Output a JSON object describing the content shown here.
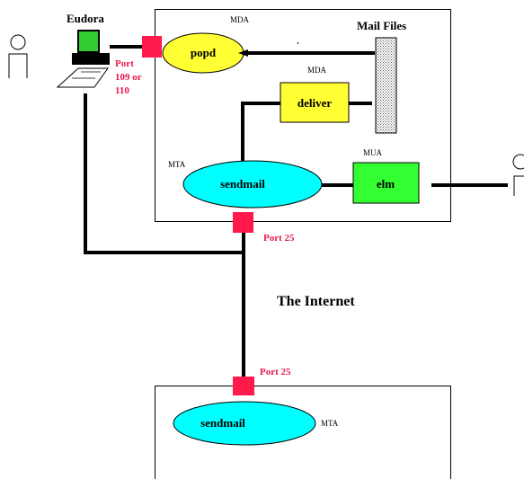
{
  "client": {
    "name": "Eudora",
    "port_label_line1": "Port",
    "port_label_line2": "109 or",
    "port_label_line3": "110"
  },
  "server": {
    "popd": {
      "name": "popd",
      "role": "MDA"
    },
    "mail_files": {
      "label": "Mail Files"
    },
    "deliver": {
      "name": "deliver",
      "role": "MDA"
    },
    "sendmail": {
      "name": "sendmail",
      "role": "MTA"
    },
    "elm": {
      "name": "elm",
      "role": "MUA"
    },
    "port_label": "Port 25"
  },
  "internet_label": "The Internet",
  "remote": {
    "port_label": "Port 25",
    "sendmail": {
      "name": "sendmail",
      "role": "MTA"
    }
  },
  "colors": {
    "port": "#ff1a4b",
    "port_text": "#e8174a",
    "popd_fill": "#ffff33",
    "deliver_fill": "#ffff33",
    "sendmail_fill": "#00ffff",
    "elm_fill": "#33ff33",
    "monitor_fill": "#33cc33"
  }
}
